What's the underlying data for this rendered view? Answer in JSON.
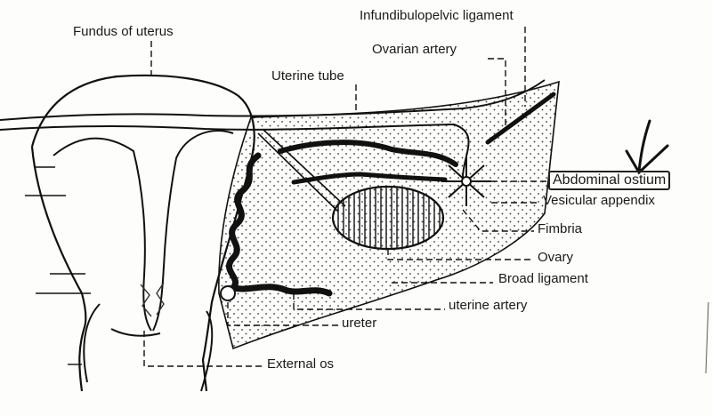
{
  "labels": {
    "fundus": "Fundus of uterus",
    "infundibulopelvic": "Infundibulopelvic ligament",
    "ovarian_artery": "Ovarian artery",
    "uterine_tube": "Uterine tube",
    "abdominal_ostium": "Abdominal ostium",
    "vesicular_appendix": "Vesicular appendix",
    "fimbria": "Fimbria",
    "ovary": "Ovary",
    "broad_ligament": "Broad ligament",
    "uterine_artery": "uterine artery",
    "ureter": "ureter",
    "external_os": "External os"
  }
}
